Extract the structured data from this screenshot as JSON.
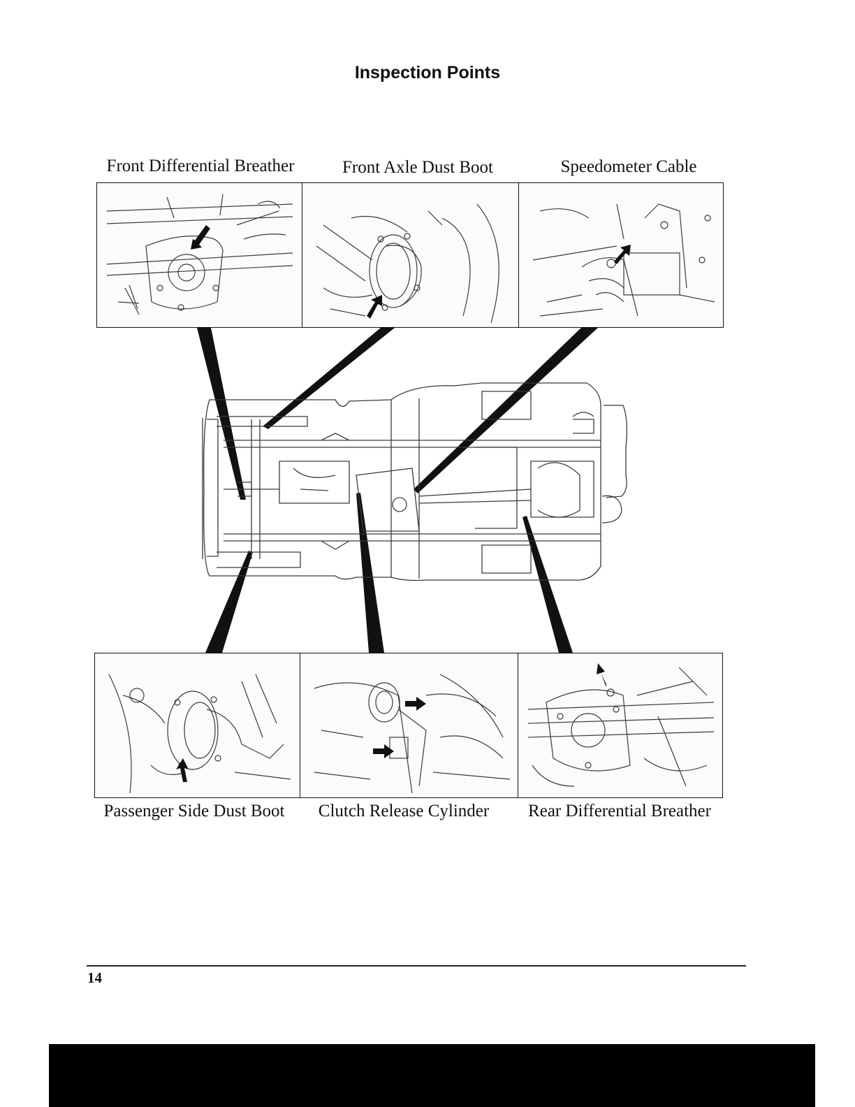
{
  "page": {
    "title": "Inspection Points",
    "page_number": "14"
  },
  "callouts": [
    {
      "id": "front-differential-breather",
      "label": "Front Differential Breather"
    },
    {
      "id": "front-axle-dust-boot",
      "label": "Front Axle Dust Boot"
    },
    {
      "id": "speedometer-cable",
      "label": "Speedometer Cable"
    },
    {
      "id": "passenger-side-dust-boot",
      "label": "Passenger Side Dust Boot"
    },
    {
      "id": "clutch-release-cylinder",
      "label": "Clutch Release Cylinder"
    },
    {
      "id": "rear-differential-breather",
      "label": "Rear Differential Breather"
    }
  ],
  "colors": {
    "line_art": "#3a3a3a",
    "pointer": "#111111",
    "bottom_bar": "#000000"
  }
}
